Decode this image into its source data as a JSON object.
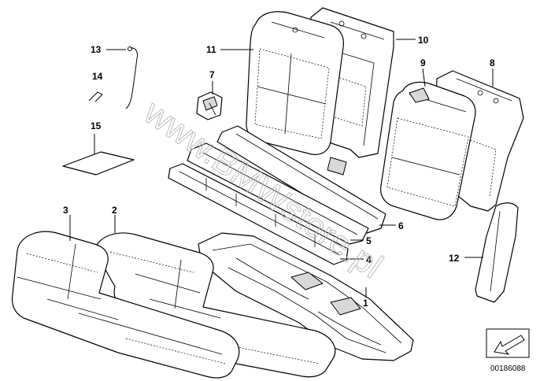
{
  "watermark": "www.BMWstore.pl",
  "drawing_code": "00186088",
  "callouts": [
    {
      "id": "1",
      "label": "1"
    },
    {
      "id": "2",
      "label": "2"
    },
    {
      "id": "3",
      "label": "3"
    },
    {
      "id": "4",
      "label": "4"
    },
    {
      "id": "5",
      "label": "5"
    },
    {
      "id": "6",
      "label": "6"
    },
    {
      "id": "7",
      "label": "7"
    },
    {
      "id": "8",
      "label": "8"
    },
    {
      "id": "9",
      "label": "9"
    },
    {
      "id": "10",
      "label": "10"
    },
    {
      "id": "11",
      "label": "11"
    },
    {
      "id": "12",
      "label": "12"
    },
    {
      "id": "13",
      "label": "13"
    },
    {
      "id": "14",
      "label": "14"
    },
    {
      "id": "15",
      "label": "15"
    }
  ],
  "icons": {
    "navigation": "arrow-box-icon"
  }
}
